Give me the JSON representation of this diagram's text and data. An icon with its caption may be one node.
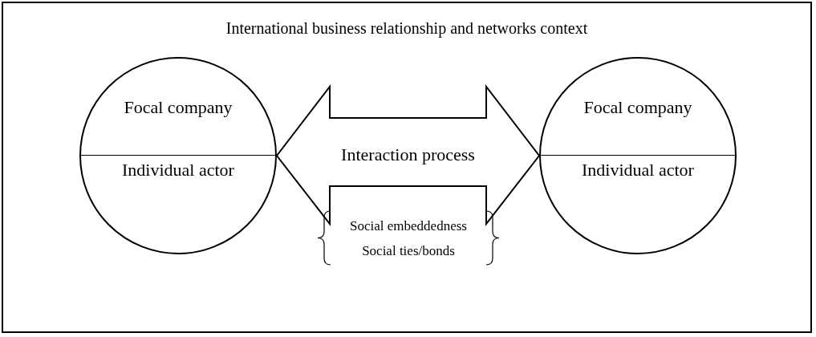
{
  "diagram": {
    "nodes": [
      {
        "text": [
          "International business relationship and networks context"
        ]
      },
      {
        "text": [
          "Focal company",
          "Individual actor"
        ],
        "in": 0
      },
      {
        "text": [
          "Focal company",
          "Individual actor"
        ],
        "in": 0
      }
    ],
    "edges": [
      {
        "from": 1,
        "to": 2,
        "arrow": "both",
        "label": "Interaction process"
      }
    ],
    "labels": [
      "Social embeddedness",
      "Social ties/bonds"
    ]
  }
}
